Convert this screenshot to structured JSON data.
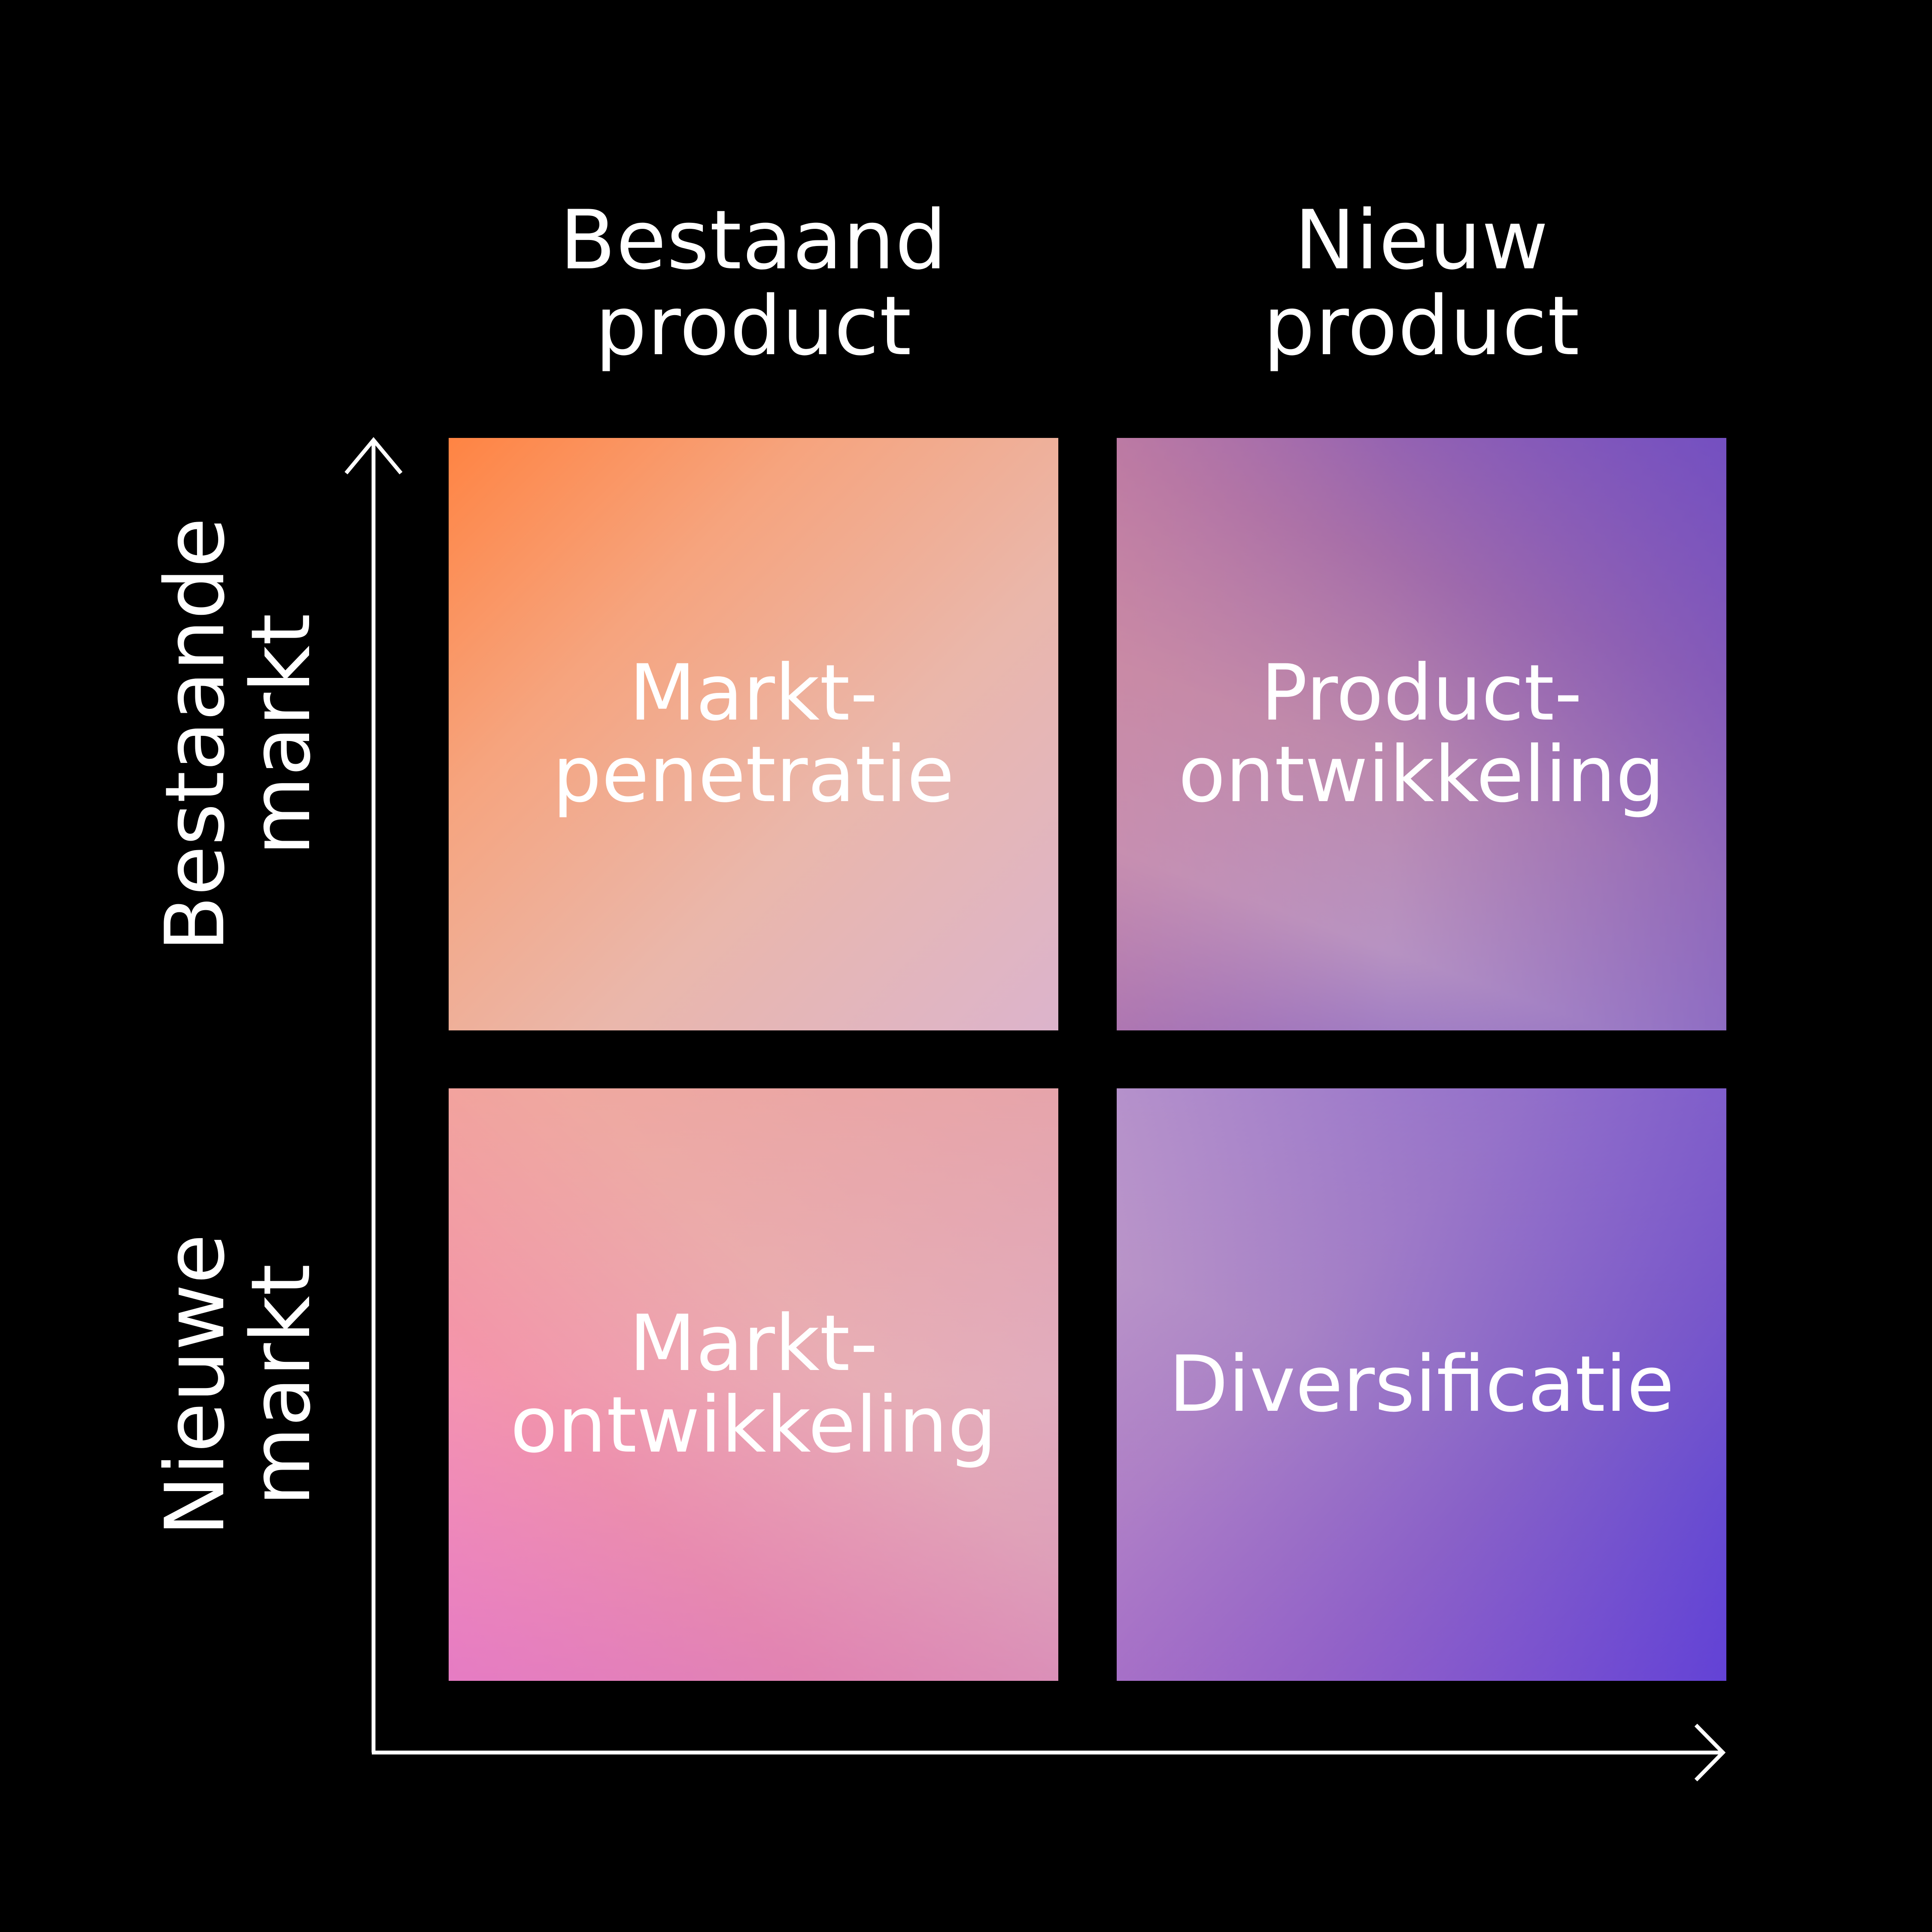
{
  "columns": [
    {
      "line1": "Bestaand",
      "line2": "product"
    },
    {
      "line1": "Nieuw",
      "line2": "product"
    }
  ],
  "rows": [
    {
      "line1": "Bestaande",
      "line2": "markt"
    },
    {
      "line1": "Nieuwe",
      "line2": "markt"
    }
  ],
  "cells": {
    "top_left": {
      "line1": "Markt-",
      "line2": "penetratie"
    },
    "top_right": {
      "line1": "Product-",
      "line2": "ontwikkeling"
    },
    "bottom_left": {
      "line1": "Markt-",
      "line2": "ontwikkeling"
    },
    "bottom_right": {
      "line1": "Diversificatie"
    }
  },
  "colors": {
    "background": "#000000",
    "text": "#ffffff",
    "axis": "#ffffff",
    "orange": "#ff8443",
    "pink": "#fb88c6",
    "violet": "#4c37d9"
  }
}
